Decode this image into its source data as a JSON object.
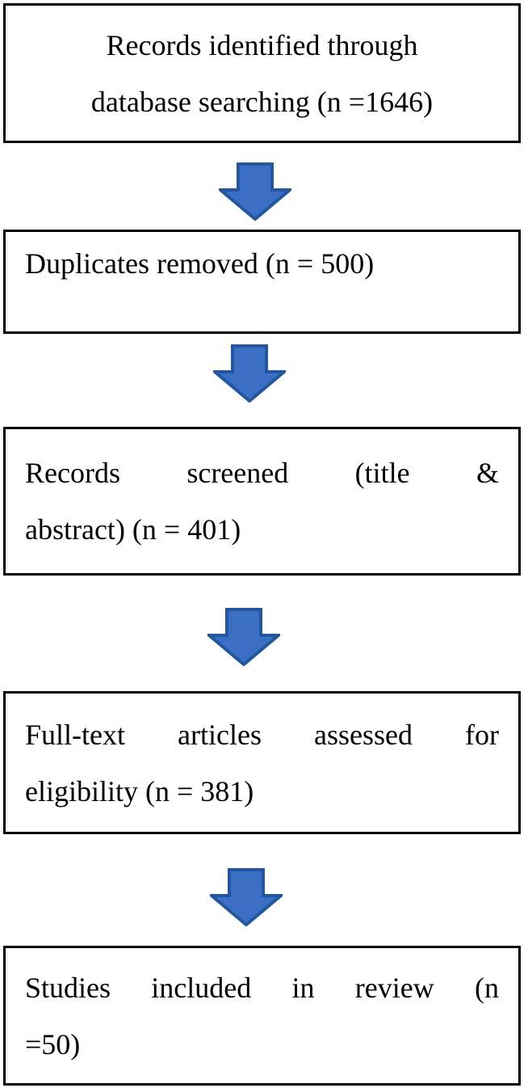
{
  "diagram": {
    "background": "#ffffff",
    "boxes": [
      {
        "name": "records-identified",
        "lines": [
          "Records identified through",
          "database searching (n =1646)"
        ]
      },
      {
        "name": "duplicates-removed",
        "lines": [
          "Duplicates removed (n = 500)"
        ]
      },
      {
        "name": "records-screened",
        "lines": [
          "Records screened (title &",
          "abstract) (n = 401)"
        ]
      },
      {
        "name": "full-text-assessed",
        "lines": [
          "Full-text articles assessed for",
          "eligibility (n = 381)"
        ]
      },
      {
        "name": "studies-included",
        "lines": [
          "Studies included in review (n",
          "=50)"
        ]
      }
    ],
    "arrows": [
      {
        "name": "arrow-1",
        "direction": "down"
      },
      {
        "name": "arrow-2",
        "direction": "down"
      },
      {
        "name": "arrow-3",
        "direction": "down"
      },
      {
        "name": "arrow-4",
        "direction": "down"
      }
    ],
    "colors": {
      "box_border": "#000000",
      "text": "#000000",
      "arrow_fill": "#3a6fc4",
      "arrow_stroke": "#2157a0"
    }
  }
}
